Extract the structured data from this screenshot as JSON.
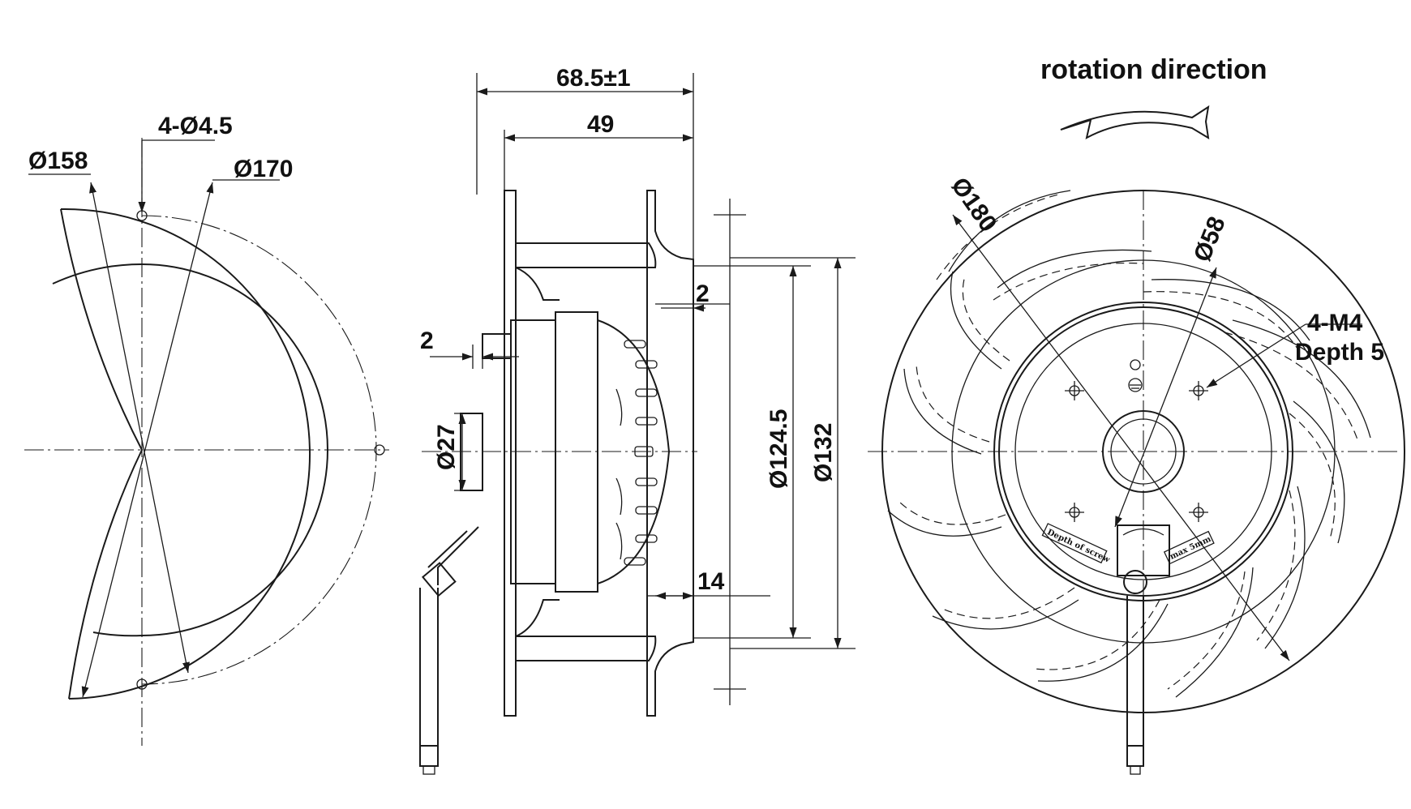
{
  "title": "rotation direction",
  "labels": {
    "bolt_holes": "4-Ø4.5",
    "d158": "Ø158",
    "d170": "Ø170",
    "overall_depth": "68.5±1",
    "depth_49": "49",
    "gap_2_top": "2",
    "gap_2_left": "2",
    "hub_d27": "Ø27",
    "d124_5": "Ø124.5",
    "d132": "Ø132",
    "dim_14": "14",
    "d180": "Ø180",
    "d58": "Ø58",
    "thread": "4-M4",
    "thread_depth": "Depth 5",
    "screw_label_1": "Depth of screw",
    "screw_label_2": "max 5mm"
  },
  "colors": {
    "line": "#1a1a1a",
    "background": "#ffffff"
  },
  "icons": [
    "rotation-arrow-icon",
    "ground-symbol-icon"
  ]
}
